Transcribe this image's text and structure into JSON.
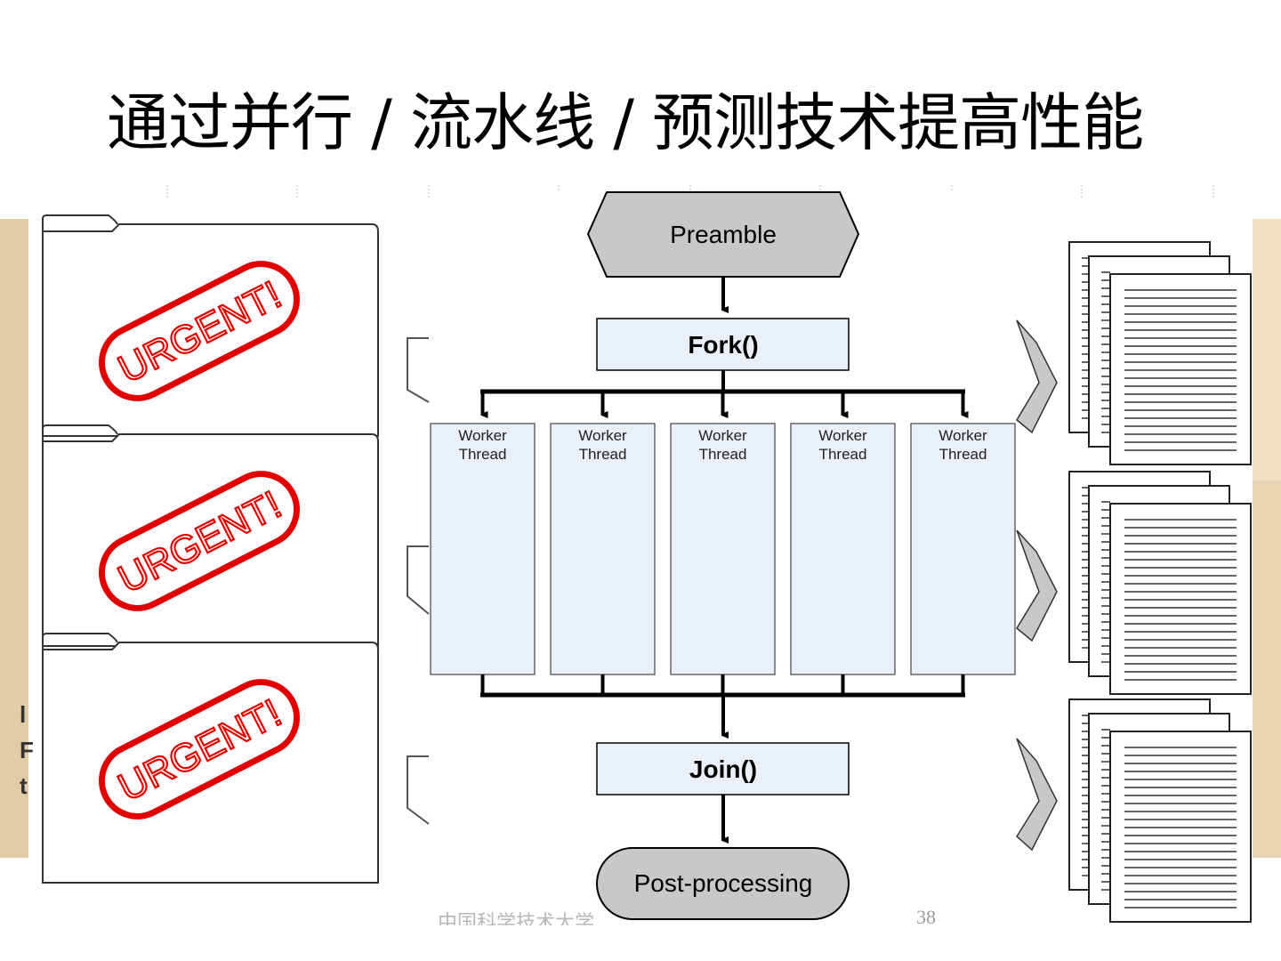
{
  "slide": {
    "title": "通过并行 / 流水线 / 预测技术提高性能",
    "page_number": "38",
    "footer": "中国科学技术大学"
  },
  "urgent_folders": {
    "stamp_label": "URGENT!",
    "stamp_color": "#e10000",
    "count": 3
  },
  "diagram": {
    "preamble": "Preamble",
    "fork": "Fork()",
    "workers": [
      {
        "line1": "Worker",
        "line2": "Thread"
      },
      {
        "line1": "Worker",
        "line2": "Thread"
      },
      {
        "line1": "Worker",
        "line2": "Thread"
      },
      {
        "line1": "Worker",
        "line2": "Thread"
      },
      {
        "line1": "Worker",
        "line2": "Thread"
      }
    ],
    "join": "Join()",
    "post": "Post-processing",
    "colors": {
      "terminal_fill": "#c8c8c8",
      "box_fill": "#e9f0fa"
    }
  },
  "side_images": {
    "left_background": "parchment",
    "right_background": "parchment",
    "document_stacks": 3
  }
}
